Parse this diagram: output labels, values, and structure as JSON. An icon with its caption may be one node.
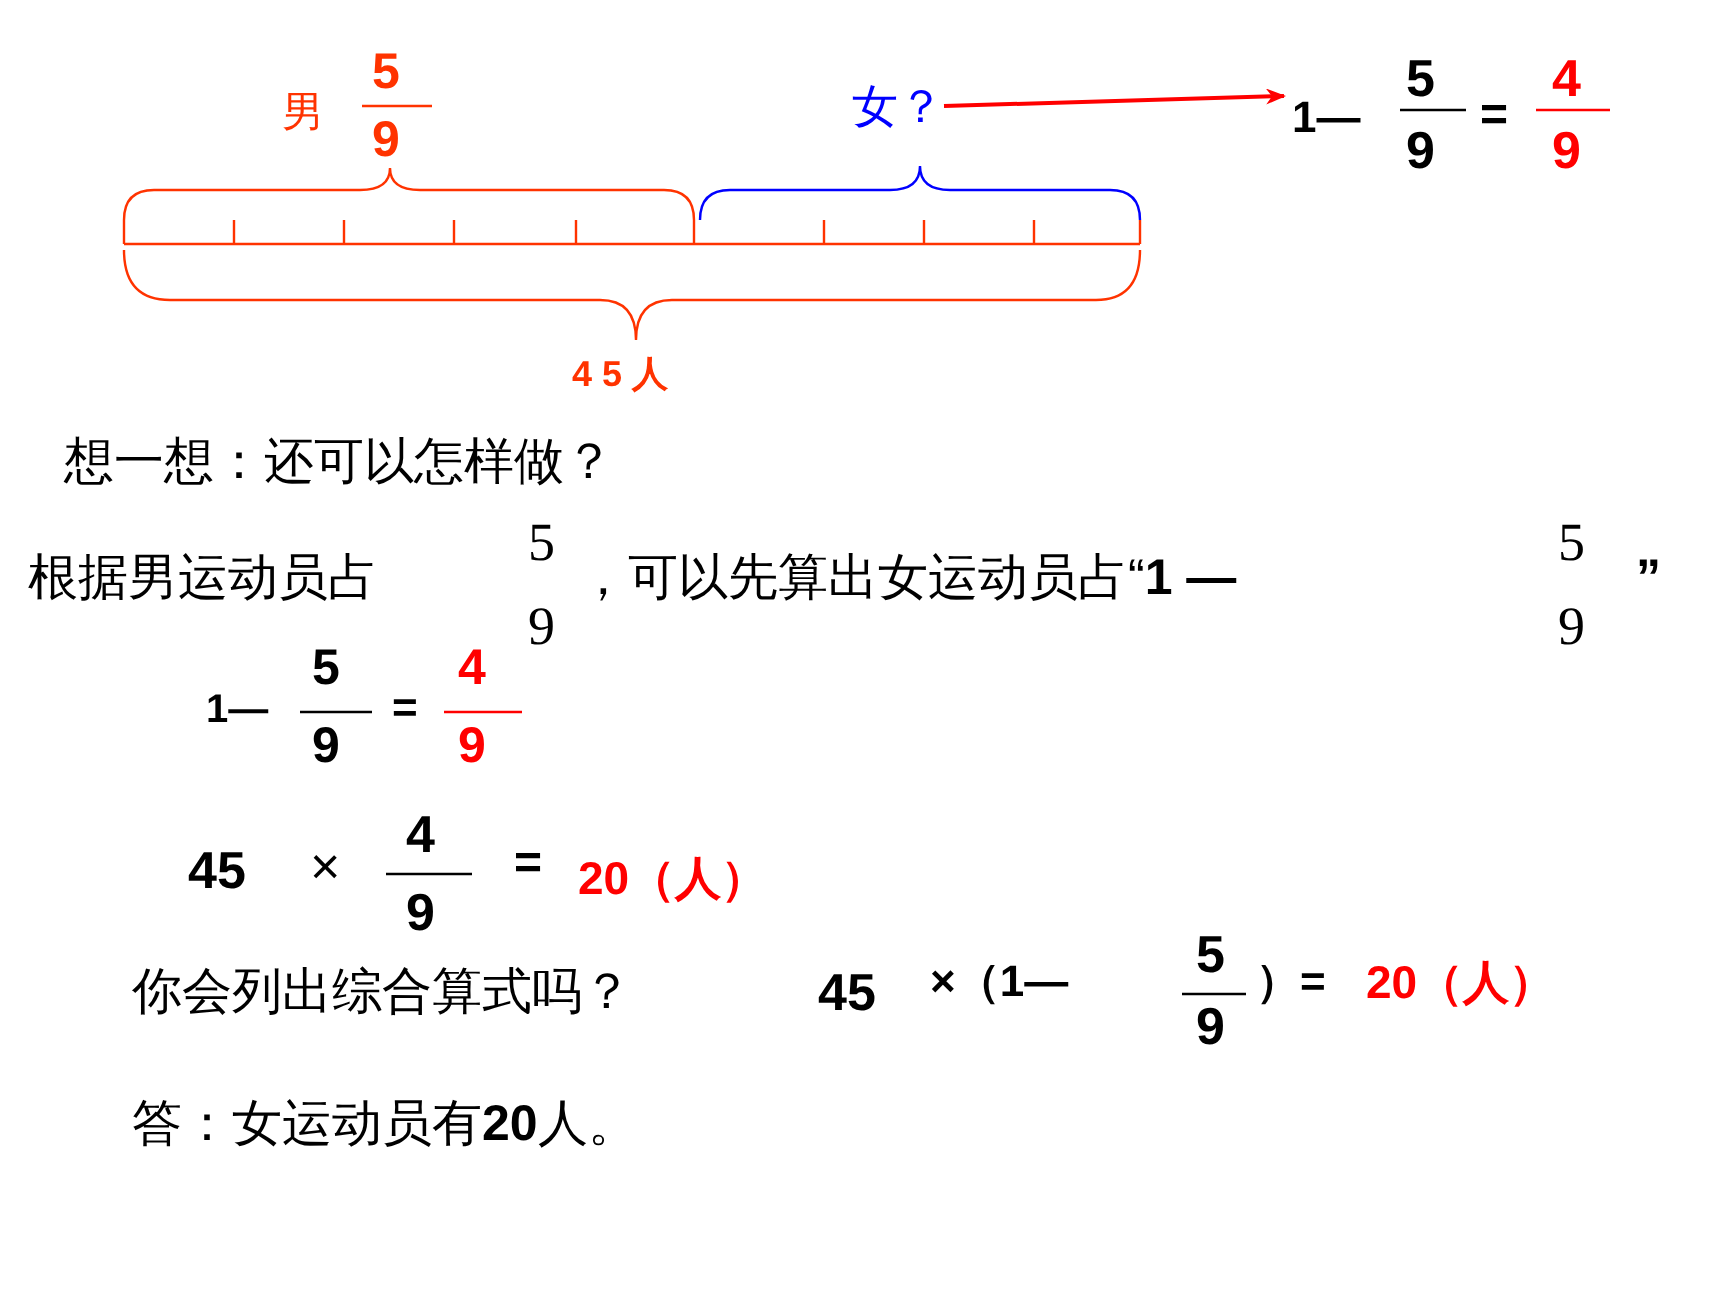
{
  "diagram": {
    "nodes": [
      {
        "text": [
          "女？"
        ]
      },
      {
        "text": [
          "1—",
          "5",
          "9",
          "=",
          "4",
          "9"
        ]
      }
    ],
    "edges": [
      {
        "from": 0,
        "to": 1,
        "arrow": "to"
      }
    ],
    "labels": [
      "男",
      "5",
      "9",
      "4 5 人",
      "想一想：还可以怎样做？",
      "根据男运动员占",
      "5",
      "9",
      "，可以先算出女运动员占“**1 —**",
      "5",
      "9",
      "”",
      "1—",
      "5",
      "9",
      "=",
      "4",
      "9",
      "45",
      "×",
      "4",
      "9",
      "=",
      "20（人）",
      "你会列出综合算式吗？",
      "45",
      "×（1—",
      "5",
      "9",
      "）=",
      "20（人）",
      "答：女运动员有**20**人。"
    ]
  }
}
